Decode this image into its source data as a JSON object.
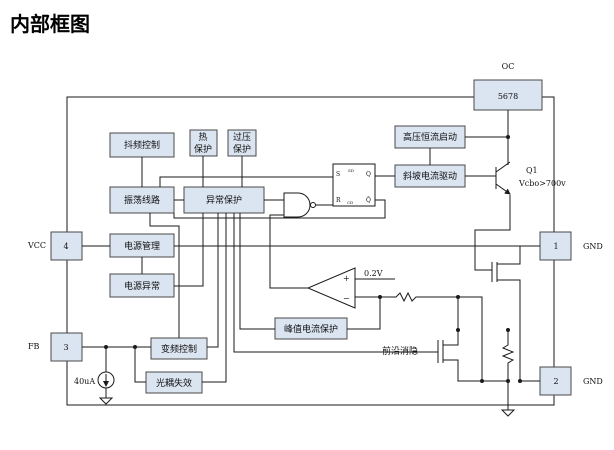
{
  "title": "内部框图",
  "pins": {
    "oc": "OC",
    "oc_chip": "5678",
    "vcc_name": "VCC",
    "vcc_num": "4",
    "fb_name": "FB",
    "fb_num": "3",
    "gnd1_num": "1",
    "gnd1_name": "GND",
    "gnd2_num": "2",
    "gnd2_name": "GND"
  },
  "blocks": {
    "jitter": "抖频控制",
    "thermal_1": "热",
    "thermal_2": "保护",
    "ovp_1": "过压",
    "ovp_2": "保护",
    "oscillator": "振荡线路",
    "fault_protect": "异常保护",
    "hv_startup": "高压恒流启动",
    "ramp_drive": "斜坡电流驱动",
    "power_mgmt": "电源管理",
    "power_fault": "电源异常",
    "peak_current": "峰值电流保护",
    "freq_control": "变频控制",
    "opto_fail": "光耦失效",
    "leb": "前沿消隐"
  },
  "labels": {
    "q1": "Q1",
    "vcbo": "Vcbo>700v",
    "vref": "0.2V",
    "current_src": "40uA",
    "plus": "+",
    "minus": "−",
    "ff_s": "S",
    "ff_r": "R",
    "ff_q": "Q",
    "ff_qbar": "Q̄",
    "ff_sd": "SD",
    "ff_cd": "CD"
  }
}
